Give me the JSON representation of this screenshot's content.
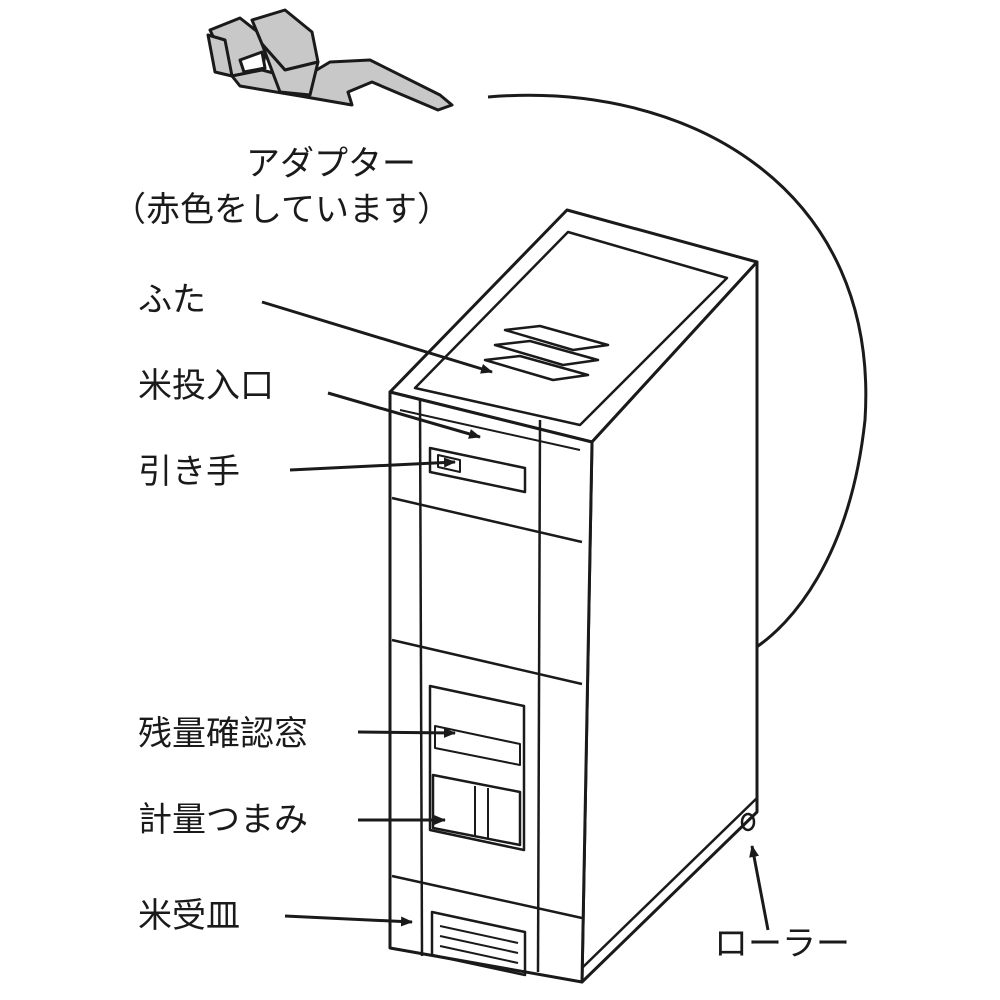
{
  "labels": {
    "adapter": "アダプター",
    "adapter_note": "（赤色をしています）",
    "lid": "ふた",
    "rice_inlet": "米投入口",
    "handle": "引き手",
    "level_window": "残量確認窓",
    "measure_knob": "計量つまみ",
    "rice_tray": "米受皿",
    "roller": "ローラー"
  },
  "colors": {
    "line": "#1a1a1a",
    "adapter_fill": "#c8c8c8",
    "background": "#ffffff"
  }
}
